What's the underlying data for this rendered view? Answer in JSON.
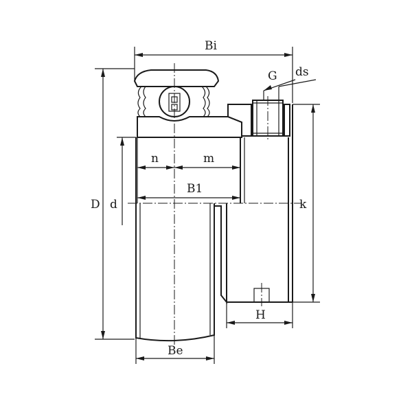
{
  "labels": {
    "Bi": "Bi",
    "G": "G",
    "ds": "ds",
    "D": "D",
    "d": "d",
    "n": "n",
    "m": "m",
    "B1": "B1",
    "k": "k",
    "H": "H",
    "Be": "Be"
  },
  "colors": {
    "line": "#1a1a1a",
    "background": "#ffffff"
  }
}
